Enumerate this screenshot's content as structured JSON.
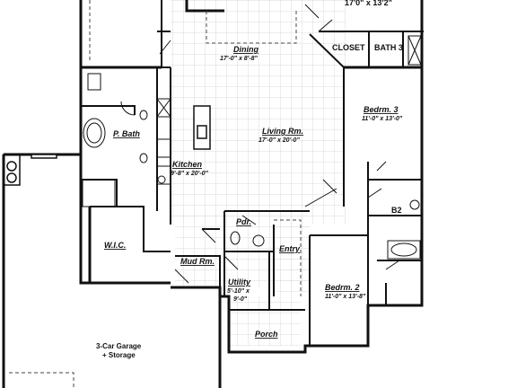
{
  "rooms": {
    "top_dim": "17'0\" x 13'2\"",
    "closet": "CLOSET",
    "bath3": "BATH 3",
    "dining": {
      "name": "Dining",
      "dim": "17'-0\" x 8'-8\""
    },
    "living": {
      "name": "Living Rm.",
      "dim": "17'-0\" x 20'-0\""
    },
    "bedrm3": {
      "name": "Bedrm. 3",
      "dim": "11'-0\" x 13'-0\""
    },
    "pbath": {
      "name": "P. Bath"
    },
    "kitchen": {
      "name": "Kitchen",
      "dim": "9'-8\" x 20'-0\""
    },
    "wic": {
      "name": "W.I.C."
    },
    "pdr": {
      "name": "Pdr."
    },
    "entry": {
      "name": "Entry"
    },
    "b2": {
      "name": "B2"
    },
    "mudrm": {
      "name": "Mud Rm."
    },
    "utility": {
      "name": "Utility",
      "dim1": "5'-10\" x",
      "dim2": "9'-0\""
    },
    "bedrm2": {
      "name": "Bedrm. 2",
      "dim": "11'-0\" x 13'-8\""
    },
    "porch": {
      "name": "Porch"
    },
    "garage": {
      "line1": "3-Car Garage",
      "line2": "+ Storage"
    }
  }
}
